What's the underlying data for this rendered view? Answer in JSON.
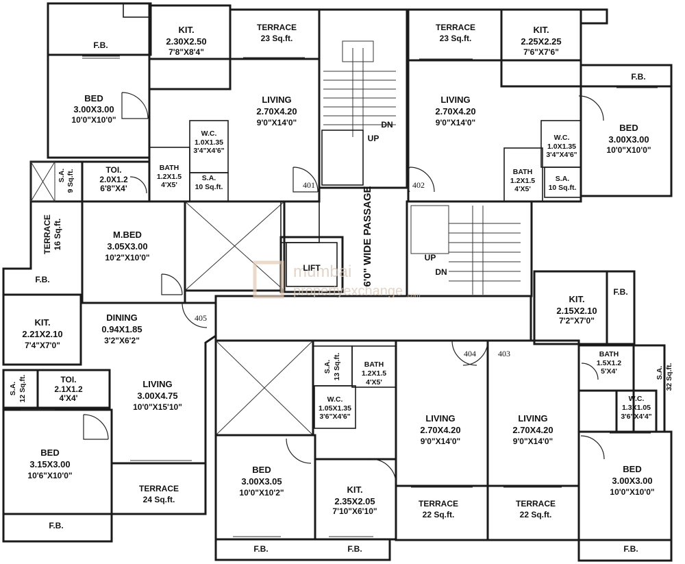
{
  "rooms": {
    "kit_a": {
      "name": "KIT.",
      "dim": "2.30X2.50",
      "imp": "7'8\"X8'4\""
    },
    "terrace_a": {
      "name": "TERRACE",
      "area": "23 Sq.ft."
    },
    "fb_a": {
      "name": "F.B."
    },
    "bed_a": {
      "name": "BED",
      "dim": "3.00X3.00",
      "imp": "10'0\"X10'0\""
    },
    "living_a": {
      "name": "LIVING",
      "dim": "2.70X4.20",
      "imp": "9'0\"X14'0\""
    },
    "wc_a": {
      "name": "W.C.",
      "dim": "1.0X1.35",
      "imp": "3'4\"X4'6\""
    },
    "bath_a": {
      "name": "BATH",
      "dim": "1.2X1.5",
      "imp": "4'X5'"
    },
    "sa_a": {
      "name": "S.A.",
      "area": "10 Sq.ft."
    },
    "toi_a": {
      "name": "TOI.",
      "dim": "2.0X1.2",
      "imp": "6'8\"X4'"
    },
    "sa_left": {
      "name": "S.A.",
      "area": "9 Sq.ft."
    },
    "terrace_left": {
      "name": "TERRACE",
      "area": "16 Sq.ft."
    },
    "mbed": {
      "name": "M.BED",
      "dim": "3.05X3.00",
      "imp": "10'2\"X10'0\""
    },
    "fb_left": {
      "name": "F.B."
    },
    "kit_b": {
      "name": "KIT.",
      "dim": "2.21X2.10",
      "imp": "7'4\"X7'0\""
    },
    "dining": {
      "name": "DINING",
      "dim": "0.94X1.85",
      "imp": "3'2\"X6'2\""
    },
    "sa_b": {
      "name": "S.A.",
      "area": "12 Sq.ft."
    },
    "toi_b": {
      "name": "TOI.",
      "dim": "2.1X1.2",
      "imp": "4'X4'"
    },
    "living_b": {
      "name": "LIVING",
      "dim": "3.00X4.75",
      "imp": "10'0\"X15'10\""
    },
    "bed_b": {
      "name": "BED",
      "dim": "3.15X3.00",
      "imp": "10'6\"X10'0\""
    },
    "terrace_b": {
      "name": "TERRACE",
      "area": "24 Sq.ft."
    },
    "fb_b": {
      "name": "F.B."
    },
    "terrace_c": {
      "name": "TERRACE",
      "area": "23 Sq.ft."
    },
    "kit_c": {
      "name": "KIT.",
      "dim": "2.25X2.25",
      "imp": "7'6\"X7'6\""
    },
    "fb_c": {
      "name": "F.B."
    },
    "living_c": {
      "name": "LIVING",
      "dim": "2.70X4.20",
      "imp": "9'0\"X14'0\""
    },
    "wc_c": {
      "name": "W.C.",
      "dim": "1.0X1.35",
      "imp": "3'4\"X4'6\""
    },
    "bed_c": {
      "name": "BED",
      "dim": "3.00X3.00",
      "imp": "10'0\"X10'0\""
    },
    "bath_c": {
      "name": "BATH",
      "dim": "1.2X1.5",
      "imp": "4'X5'"
    },
    "sa_c": {
      "name": "S.A.",
      "area": "10 Sq.ft."
    },
    "kit_d": {
      "name": "KIT.",
      "dim": "2.15X2.10",
      "imp": "7'2\"X7'0\""
    },
    "fb_d": {
      "name": "F.B."
    },
    "bath_d": {
      "name": "BATH",
      "dim": "1.5X1.2",
      "imp": "5'X4'"
    },
    "sa_d": {
      "name": "S.A.",
      "area": "32 Sq.ft."
    },
    "wc_d": {
      "name": "W.C.",
      "dim": "1.3X1.05",
      "imp": "3'6\"X4'4\""
    },
    "living_d": {
      "name": "LIVING",
      "dim": "2.70X4.20",
      "imp": "9'0\"X14'0\""
    },
    "bed_d": {
      "name": "BED",
      "dim": "3.00X3.00",
      "imp": "10'0\"X10'0\""
    },
    "terrace_d": {
      "name": "TERRACE",
      "area": "22 Sq.ft."
    },
    "fb_d2": {
      "name": "F.B."
    },
    "sa_e": {
      "name": "S.A.",
      "area": "13 Sq.ft."
    },
    "bath_e": {
      "name": "BATH",
      "dim": "1.2X1.5",
      "imp": "4'X5'"
    },
    "wc_e": {
      "name": "W.C.",
      "dim": "1.05X1.35",
      "imp": "3'6\"X4'6\""
    },
    "living_e": {
      "name": "LIVING",
      "dim": "2.70X4.20",
      "imp": "9'0\"X14'0\""
    },
    "bed_e": {
      "name": "BED",
      "dim": "3.00X3.05",
      "imp": "10'0\"X10'2\""
    },
    "kit_e": {
      "name": "KIT.",
      "dim": "2.35X2.05",
      "imp": "7'10\"X6'10\""
    },
    "terrace_e": {
      "name": "TERRACE",
      "area": "22 Sq.ft."
    },
    "fb_e1": {
      "name": "F.B."
    },
    "fb_e2": {
      "name": "F.B."
    }
  },
  "flats": {
    "f401": "401",
    "f402": "402",
    "f403": "403",
    "f404": "404",
    "f405": "405"
  },
  "core": {
    "passage": "6'0\" WIDE PASSAGE",
    "lift": "LIFT",
    "up1": "UP",
    "dn1": "DN",
    "up2": "UP",
    "dn2": "DN"
  },
  "watermark": {
    "line1": "mumbai",
    "line2": "propertyexchange",
    ".com_suffix": ".com"
  }
}
